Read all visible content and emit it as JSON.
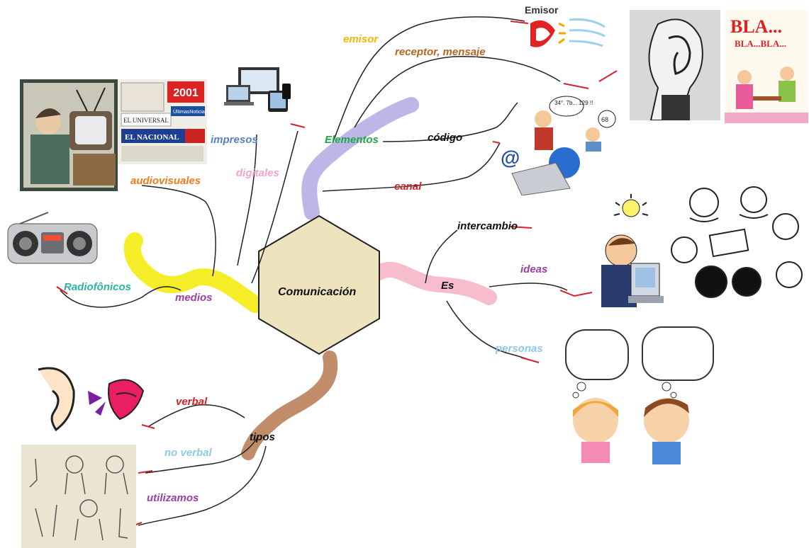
{
  "center": {
    "label": "Comunicación"
  },
  "branches": {
    "elementos": {
      "label": "Elementos",
      "color": "#1ea64a"
    },
    "es": {
      "label": "Es",
      "color": "#111111"
    },
    "medios": {
      "label": "medios",
      "color": "#9b3fa6"
    },
    "tipos": {
      "label": "tipos",
      "color": "#111111"
    }
  },
  "sub": {
    "emisor": {
      "label": "emisor",
      "color": "#f2b705"
    },
    "receptor_mensaje": {
      "label": "receptor, mensaje",
      "color": "#b5651d"
    },
    "codigo": {
      "label": "código",
      "color": "#111111"
    },
    "canal": {
      "label": "canal",
      "color": "#d2232a"
    },
    "intercambio": {
      "label": "intercambio",
      "color": "#111111"
    },
    "ideas": {
      "label": "ideas",
      "color": "#9b3fa6"
    },
    "personas": {
      "label": "personas",
      "color": "#8fc9e8"
    },
    "impresos": {
      "label": "impresos",
      "color": "#5a7fc2"
    },
    "digitales": {
      "label": "digitales",
      "color": "#f4a3c8"
    },
    "audiovisuales": {
      "label": "audiovisuales",
      "color": "#f07c1e"
    },
    "radiofonicos": {
      "label": "Radiofônicos",
      "color": "#2bb5a0"
    },
    "verbal": {
      "label": "verbal",
      "color": "#d2232a"
    },
    "no_verbal": {
      "label": "no verbal",
      "color": "#8fc9e8"
    },
    "utilizamos": {
      "label": "utilizamos",
      "color": "#9b3fa6"
    }
  },
  "pictures": {
    "emisor_logo": {
      "text": "Emisor"
    },
    "bla": {
      "text": "BLA...",
      "text2": "BLA...BLA..."
    },
    "dialogue": {
      "text": "34°. 7b... 129 !!",
      "text2": "68"
    },
    "newspaper": {
      "t1": "2001",
      "t2": "EL UNIVERSAL",
      "t3": "EL NACIONAL",
      "t4": "ÚltimasNoticias"
    },
    "email": {
      "text": "@"
    }
  },
  "colors": {
    "hexagon_fill": "#ede3bd",
    "elementos_highlight": "#b3a9e3",
    "es_highlight": "#f6b6c8",
    "medios_highlight": "#f5ec1e",
    "tipos_highlight": "#b9805a"
  }
}
